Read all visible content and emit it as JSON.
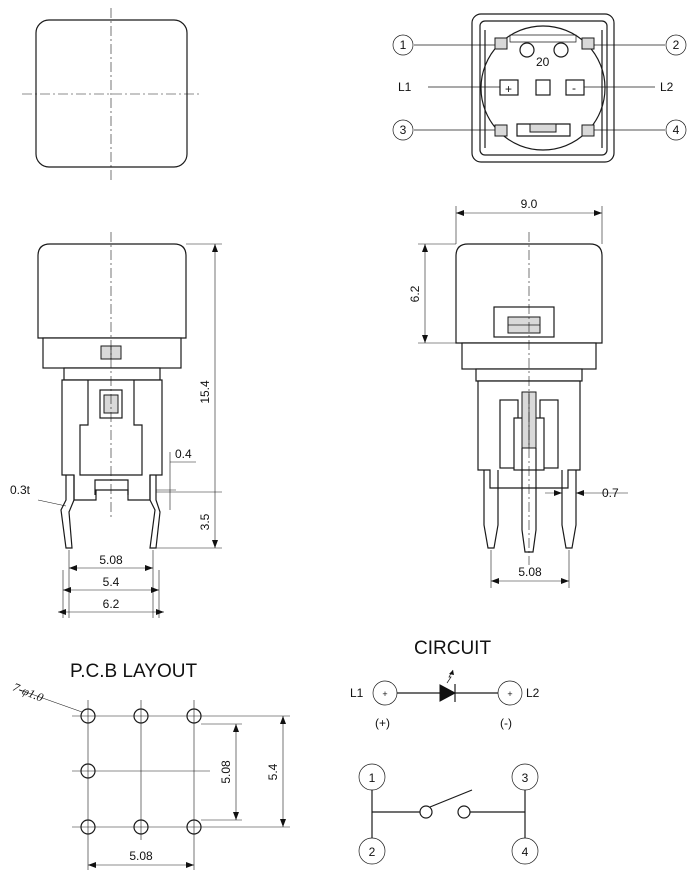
{
  "dimensions": {
    "front_width": "9.0",
    "front_cap_height": "6.2",
    "total_height": "15.4",
    "pin_length": "3.5",
    "pin_thickness": "0.3t",
    "pin_offset": "0.4",
    "pin_width": "0.7",
    "side_pitch": "5.08",
    "front_pitch_1": "5.08",
    "front_pitch_2": "5.4",
    "front_pitch_3": "6.2"
  },
  "top_view": {
    "center_label": "20",
    "plus_sign": "+",
    "minus_sign": "-",
    "pin_labels": [
      "1",
      "2",
      "3",
      "4"
    ],
    "led_labels": [
      "L1",
      "L2"
    ]
  },
  "pcb_layout": {
    "title": "P.C.B LAYOUT",
    "hole_spec": "7-φ1.0",
    "dim_horizontal": "5.08",
    "dim_vertical_1": "5.08",
    "dim_vertical_2": "5.4"
  },
  "circuit": {
    "title": "CIRCUIT",
    "led_left": "L1",
    "led_right": "L2",
    "plus_mark": "+",
    "polarity_left": "(+)",
    "polarity_right": "(-)",
    "terminals": [
      "1",
      "3",
      "2",
      "4"
    ]
  }
}
